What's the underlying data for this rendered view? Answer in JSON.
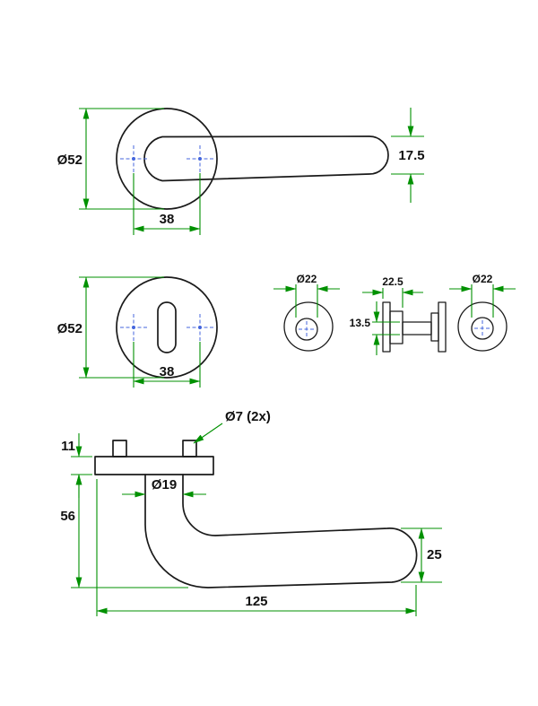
{
  "drawing": {
    "background": "#ffffff",
    "colors": {
      "outline": "#1a1a1a",
      "dimension_green": "#009100",
      "centerline_blue": "#4466dd",
      "text": "#111111"
    },
    "front_view": {
      "rose_diameter": "Ø52",
      "screw_spacing": "38",
      "lever_height": "17.5"
    },
    "escutcheon_view": {
      "rose_diameter": "Ø52",
      "screw_spacing": "38"
    },
    "profile_view": {
      "left_bore": "Ø22",
      "assembly_depth": "22.5",
      "spindle_height": "13.5",
      "right_bore": "Ø22"
    },
    "side_view": {
      "rose_thickness": "11",
      "handle_depth": "56",
      "neck_diameter": "Ø19",
      "screw_note": "Ø7 (2x)",
      "lever_end_height": "25",
      "lever_length": "125"
    }
  }
}
